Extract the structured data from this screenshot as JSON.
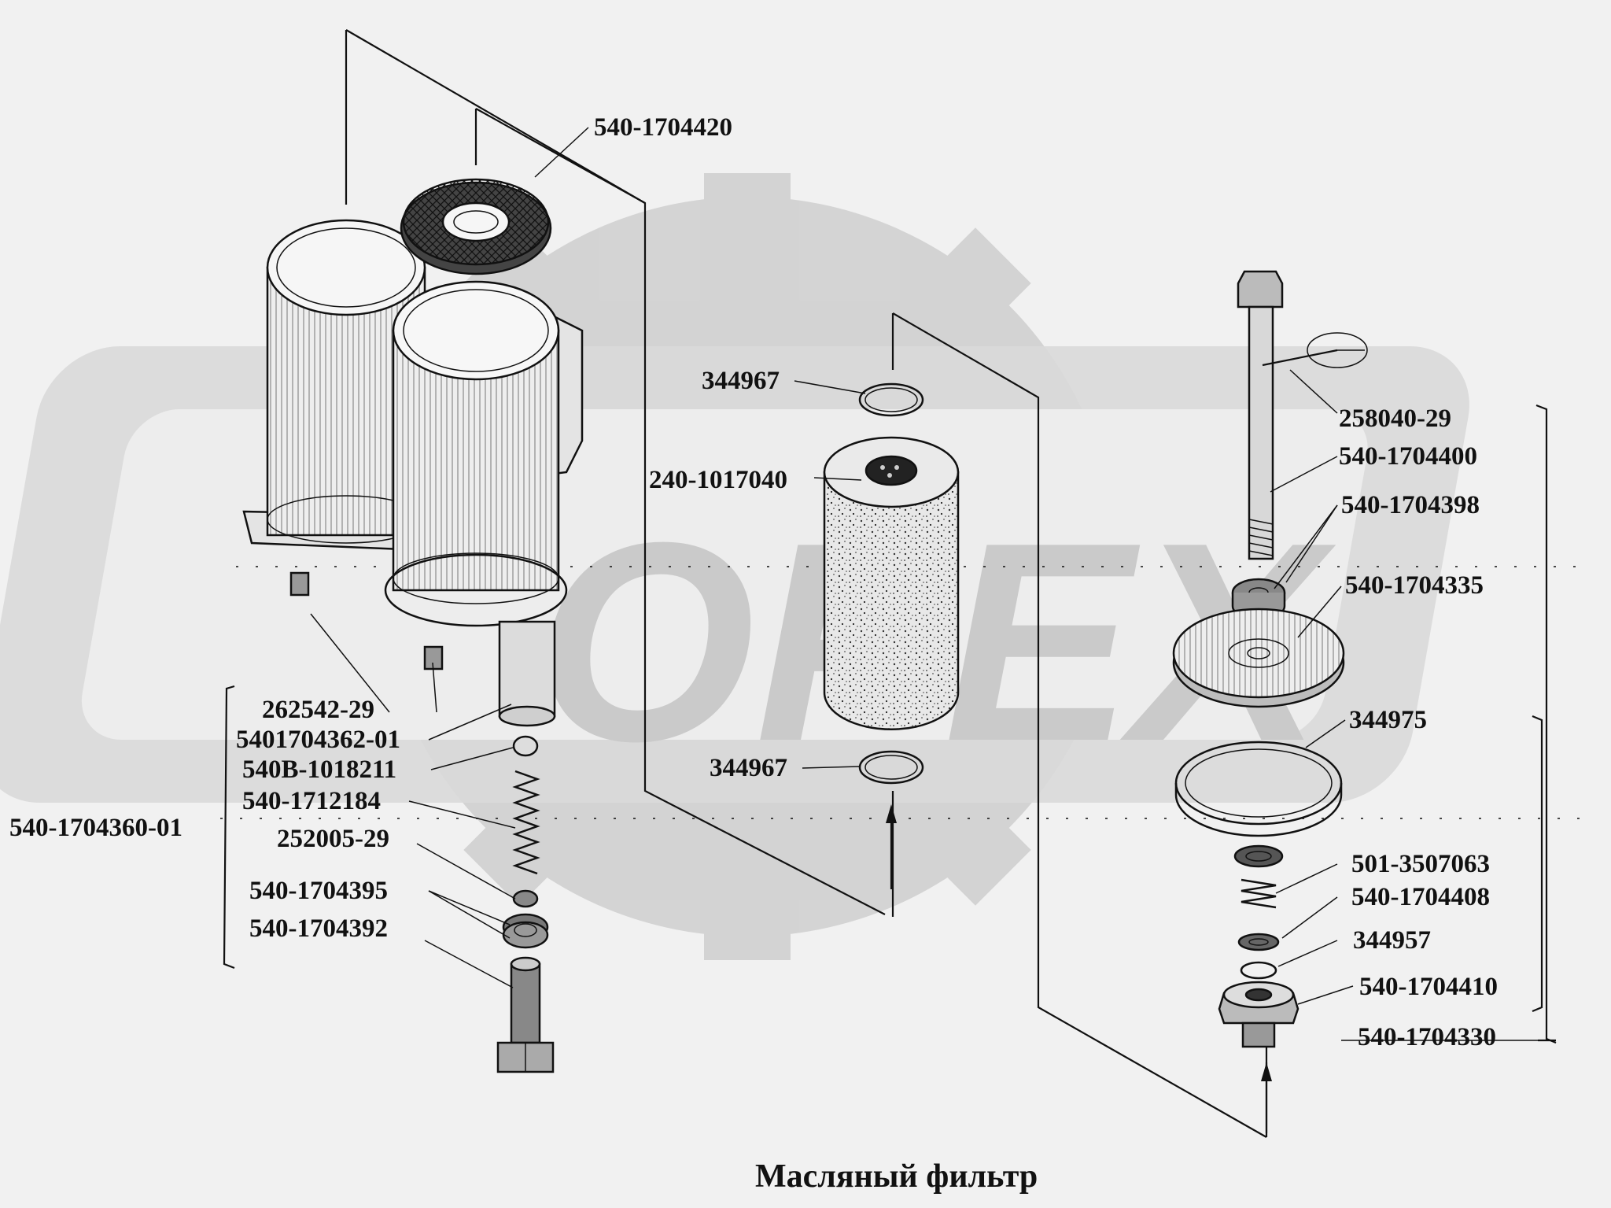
{
  "watermark": {
    "text": "OPEX",
    "color": "#d0d0d0"
  },
  "title": "Масляный фильтр",
  "labels": {
    "p540_1704420": "540-1704420",
    "p344967_top": "344967",
    "p240_1017040": "240-1017040",
    "p344967_bottom": "344967",
    "p258040_29": "258040-29",
    "p540_1704400": "540-1704400",
    "p540_1704398": "540-1704398",
    "p540_1704335": "540-1704335",
    "p344975": "344975",
    "p501_3507063": "501-3507063",
    "p540_1704408": "540-1704408",
    "p344957": "344957",
    "p540_1704410": "540-1704410",
    "p540_1704330": "540-1704330",
    "p262542_29": "262542-29",
    "p5401704362_01": "5401704362-01",
    "p540B_1018211": "540B-1018211",
    "p540_1712184": "540-1712184",
    "p540_1704360_01": "540-1704360-01",
    "p252005_29": "252005-29",
    "p540_1704395": "540-1704395",
    "p540_1704392": "540-1704392"
  },
  "colors": {
    "ink": "#111111",
    "paper": "#f1f1f1",
    "watermark": "#d0d0d0"
  }
}
